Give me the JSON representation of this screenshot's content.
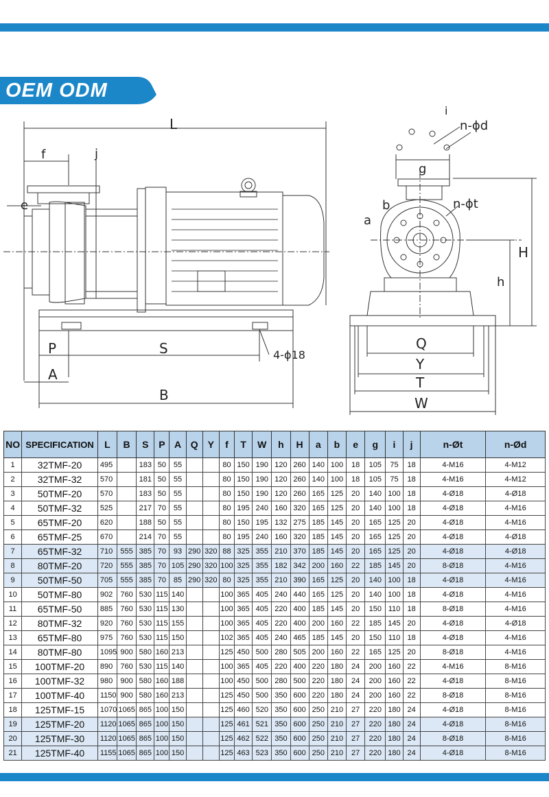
{
  "banner": {
    "text": "OEM ODM"
  },
  "drawing_labels": {
    "L": "L",
    "f": "f",
    "j": "j",
    "e": "e",
    "P": "P",
    "S": "S",
    "A": "A",
    "B": "B",
    "bolt": "4-ϕ18",
    "i": "i",
    "nd": "n-ϕd",
    "g": "g",
    "b": "b",
    "nt": "n-ϕt",
    "a": "a",
    "H": "H",
    "h": "h",
    "Q": "Q",
    "Y": "Y",
    "T": "T",
    "W": "W"
  },
  "table": {
    "headers": [
      "NO",
      "SPECIFICATION",
      "L",
      "B",
      "S",
      "P",
      "A",
      "Q",
      "Y",
      "f",
      "T",
      "W",
      "h",
      "H",
      "a",
      "b",
      "e",
      "g",
      "i",
      "j",
      "n-Øt",
      "n-Ød"
    ],
    "rows": [
      [
        "1",
        "32TMF-20",
        "495",
        "",
        "183",
        "50",
        "55",
        "",
        "",
        "80",
        "150",
        "190",
        "120",
        "260",
        "140",
        "100",
        "18",
        "105",
        "75",
        "18",
        "4-M16",
        "4-M12"
      ],
      [
        "2",
        "32TMF-32",
        "570",
        "",
        "181",
        "50",
        "55",
        "",
        "",
        "80",
        "150",
        "190",
        "120",
        "260",
        "140",
        "100",
        "18",
        "105",
        "75",
        "18",
        "4-M16",
        "4-M12"
      ],
      [
        "3",
        "50TMF-20",
        "570",
        "",
        "183",
        "50",
        "55",
        "",
        "",
        "80",
        "150",
        "190",
        "120",
        "260",
        "165",
        "125",
        "20",
        "140",
        "100",
        "18",
        "4-Ø18",
        "4-Ø18"
      ],
      [
        "4",
        "50TMF-32",
        "525",
        "",
        "217",
        "70",
        "55",
        "",
        "",
        "80",
        "195",
        "240",
        "160",
        "320",
        "165",
        "125",
        "20",
        "140",
        "100",
        "18",
        "4-Ø18",
        "4-M16"
      ],
      [
        "5",
        "65TMF-20",
        "620",
        "",
        "188",
        "50",
        "55",
        "",
        "",
        "80",
        "150",
        "195",
        "132",
        "275",
        "185",
        "145",
        "20",
        "165",
        "125",
        "20",
        "4-Ø18",
        "4-M16"
      ],
      [
        "6",
        "65TMF-25",
        "670",
        "",
        "214",
        "70",
        "55",
        "",
        "",
        "80",
        "195",
        "240",
        "160",
        "320",
        "185",
        "145",
        "20",
        "165",
        "125",
        "20",
        "4-Ø18",
        "4-Ø18"
      ],
      [
        "7",
        "65TMF-32",
        "710",
        "555",
        "385",
        "70",
        "93",
        "290",
        "320",
        "88",
        "325",
        "355",
        "210",
        "370",
        "185",
        "145",
        "20",
        "165",
        "125",
        "20",
        "4-Ø18",
        "4-Ø18"
      ],
      [
        "8",
        "80TMF-20",
        "720",
        "555",
        "385",
        "70",
        "105",
        "290",
        "320",
        "100",
        "325",
        "355",
        "182",
        "342",
        "200",
        "160",
        "22",
        "185",
        "145",
        "20",
        "8-Ø18",
        "4-M16"
      ],
      [
        "9",
        "50TMF-50",
        "705",
        "555",
        "385",
        "70",
        "85",
        "290",
        "320",
        "80",
        "325",
        "355",
        "210",
        "390",
        "165",
        "125",
        "20",
        "140",
        "100",
        "18",
        "4-Ø18",
        "4-M16"
      ],
      [
        "10",
        "50TMF-80",
        "902",
        "760",
        "530",
        "115",
        "140",
        "",
        "",
        "100",
        "365",
        "405",
        "240",
        "440",
        "165",
        "125",
        "20",
        "140",
        "100",
        "18",
        "4-Ø18",
        "4-M16"
      ],
      [
        "11",
        "65TMF-50",
        "885",
        "760",
        "530",
        "115",
        "130",
        "",
        "",
        "100",
        "365",
        "405",
        "220",
        "400",
        "185",
        "145",
        "20",
        "150",
        "110",
        "18",
        "8-Ø18",
        "4-M16"
      ],
      [
        "12",
        "80TMF-32",
        "920",
        "760",
        "530",
        "115",
        "155",
        "",
        "",
        "100",
        "365",
        "405",
        "220",
        "400",
        "200",
        "160",
        "22",
        "185",
        "145",
        "20",
        "4-Ø18",
        "4-Ø18"
      ],
      [
        "13",
        "65TMF-80",
        "975",
        "760",
        "530",
        "115",
        "150",
        "",
        "",
        "102",
        "365",
        "405",
        "240",
        "465",
        "185",
        "145",
        "20",
        "150",
        "110",
        "18",
        "4-Ø18",
        "4-M16"
      ],
      [
        "14",
        "80TMF-80",
        "1095",
        "900",
        "580",
        "160",
        "213",
        "",
        "",
        "125",
        "450",
        "500",
        "280",
        "505",
        "200",
        "160",
        "22",
        "165",
        "125",
        "20",
        "8-Ø18",
        "4-M16"
      ],
      [
        "15",
        "100TMF-20",
        "890",
        "760",
        "530",
        "115",
        "140",
        "",
        "",
        "100",
        "365",
        "405",
        "220",
        "400",
        "220",
        "180",
        "24",
        "200",
        "160",
        "22",
        "4-M16",
        "8-M16"
      ],
      [
        "16",
        "100TMF-32",
        "980",
        "900",
        "580",
        "160",
        "188",
        "",
        "",
        "100",
        "450",
        "500",
        "280",
        "500",
        "220",
        "180",
        "24",
        "200",
        "160",
        "22",
        "4-Ø18",
        "8-M16"
      ],
      [
        "17",
        "100TMF-40",
        "1150",
        "900",
        "580",
        "160",
        "213",
        "",
        "",
        "125",
        "450",
        "500",
        "350",
        "600",
        "220",
        "180",
        "24",
        "200",
        "160",
        "22",
        "8-Ø18",
        "8-M16"
      ],
      [
        "18",
        "125TMF-15",
        "1070",
        "1065",
        "865",
        "100",
        "150",
        "",
        "",
        "125",
        "460",
        "520",
        "350",
        "600",
        "250",
        "210",
        "27",
        "220",
        "180",
        "24",
        "4-Ø18",
        "8-M16"
      ],
      [
        "19",
        "125TMF-20",
        "1120",
        "1065",
        "865",
        "100",
        "150",
        "",
        "",
        "125",
        "461",
        "521",
        "350",
        "600",
        "250",
        "210",
        "27",
        "220",
        "180",
        "24",
        "4-Ø18",
        "8-M16"
      ],
      [
        "20",
        "125TMF-30",
        "1120",
        "1065",
        "865",
        "100",
        "150",
        "",
        "",
        "125",
        "462",
        "522",
        "350",
        "600",
        "250",
        "210",
        "27",
        "220",
        "180",
        "24",
        "8-Ø18",
        "8-M16"
      ],
      [
        "21",
        "125TMF-40",
        "1155",
        "1065",
        "865",
        "100",
        "150",
        "",
        "",
        "125",
        "463",
        "523",
        "350",
        "600",
        "250",
        "210",
        "27",
        "220",
        "180",
        "24",
        "4-Ø18",
        "8-M16"
      ]
    ]
  }
}
